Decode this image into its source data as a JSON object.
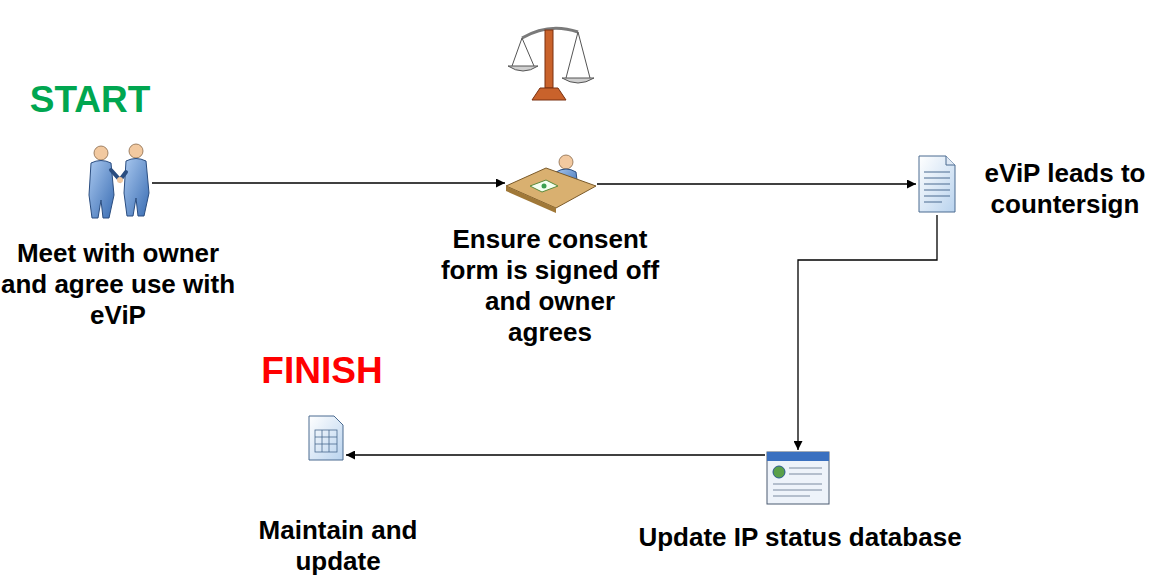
{
  "diagram": {
    "nodes": [
      {
        "text": [
          "Meet with owner and agree use with eViP"
        ]
      },
      {
        "text": [
          "Ensure consent form is signed off and owner agrees"
        ]
      },
      {
        "text": [
          "eViP leads to countersign"
        ]
      },
      {
        "text": [
          "Update IP status database"
        ]
      },
      {
        "text": [
          "Maintain and update"
        ]
      }
    ],
    "edges": [
      {
        "from": 0,
        "to": 1,
        "arrow": "to"
      },
      {
        "from": 1,
        "to": 2,
        "arrow": "to"
      },
      {
        "from": 2,
        "to": 3,
        "arrow": "to"
      },
      {
        "from": 3,
        "to": 4,
        "arrow": "to"
      }
    ],
    "labels": [
      "START",
      "FINISH"
    ]
  }
}
